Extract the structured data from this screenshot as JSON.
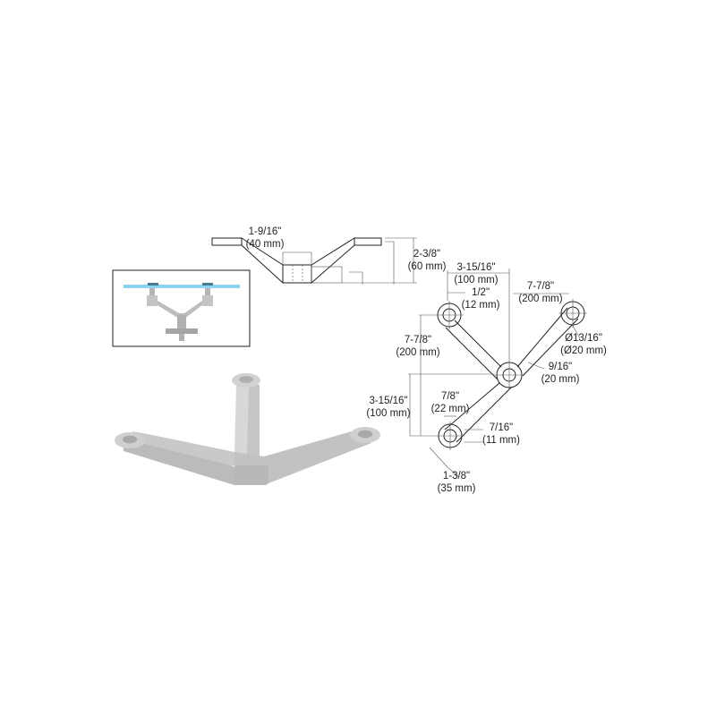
{
  "colors": {
    "metal": "#c9c9c9",
    "metal_dark": "#a8a8a8",
    "glass": "#7fd0ee",
    "line": "#222222"
  },
  "side_view": {
    "width": {
      "imperial": "1-9/16\"",
      "metric": "(40 mm)"
    },
    "height": {
      "imperial": "2-3/8\"",
      "metric": "(60 mm)"
    }
  },
  "top_view": {
    "offset_top": {
      "imperial": "3-15/16\"",
      "metric": "(100 mm)"
    },
    "arm_width": {
      "imperial": "1/2\"",
      "metric": "(12 mm)"
    },
    "span_right": {
      "imperial": "7-7/8\"",
      "metric": "(200 mm)"
    },
    "hole_dia": {
      "imperial": "Ø13/16\"",
      "metric": "(Ø20 mm)"
    },
    "span_left": {
      "imperial": "7-7/8\"",
      "metric": "(200 mm)"
    },
    "hub_thick": {
      "imperial": "9/16\"",
      "metric": "(20 mm)"
    },
    "offset_bottom": {
      "imperial": "3-15/16\"",
      "metric": "(100 mm)"
    },
    "pad_dia": {
      "imperial": "7/8\"",
      "metric": "(22 mm)"
    },
    "pad_thick": {
      "imperial": "7/16\"",
      "metric": "(11 mm)"
    },
    "pad_outer": {
      "imperial": "1-3/8\"",
      "metric": "(35 mm)"
    }
  }
}
